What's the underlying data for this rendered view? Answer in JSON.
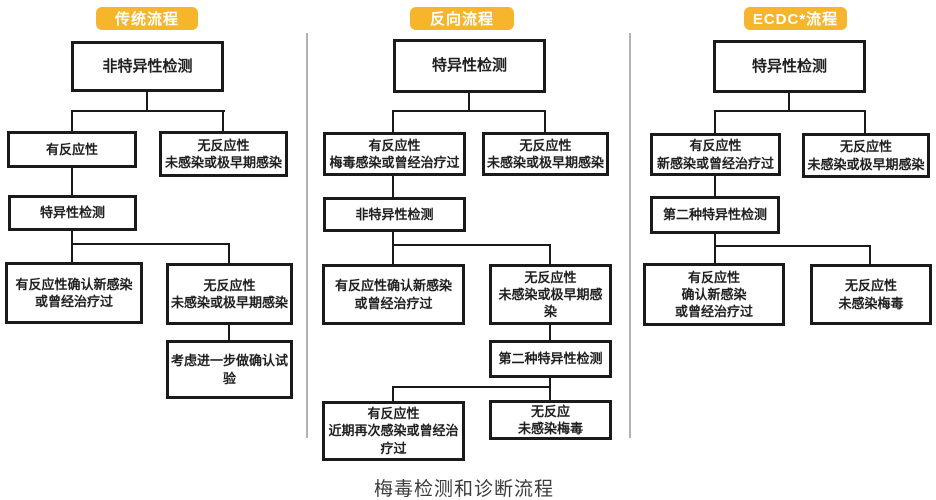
{
  "caption": "梅毒检测和诊断流程",
  "colors": {
    "page_bg": "#ffffff",
    "badge_bg": "#f7b52b",
    "badge_text": "#ffffff",
    "box_border": "#1a1a1a",
    "line": "#1a1a1a",
    "divider": "#b3b3b3",
    "text": "#1f1f1f",
    "caption_color": "#3c3c3c"
  },
  "columns": [
    {
      "header": "传统流程",
      "nodes": [
        "非特异性检测",
        "有反应性",
        "无反应性\n未感染或极早期感染",
        "特异性检测",
        "有反应性确认新感染\n或曾经治疗过",
        "无反应性\n未感染或极早期感染",
        "考虑进一步做确认试\n验"
      ]
    },
    {
      "header": "反向流程",
      "nodes": [
        "特异性检测",
        "有反应性\n梅毒感染或曾经治疗过",
        "无反应性\n未感染或极早期感染",
        "非特异性检测",
        "有反应性确认新感染\n或曾经治疗过",
        "无反应性\n未感染或极早期感染",
        "第二种特异性检测",
        "有反应性\n近期再次感染或曾经治\n疗过",
        "无反应\n未感染梅毒"
      ]
    },
    {
      "header": "ECDC*流程",
      "nodes": [
        "特异性检测",
        "有反应性\n新感染或曾经治疗过",
        "无反应性\n未感染或极早期感染",
        "第二种特异性检测",
        "有反应性\n确认新感染\n或曾经治疗过",
        "无反应性\n未感染梅毒"
      ]
    }
  ]
}
